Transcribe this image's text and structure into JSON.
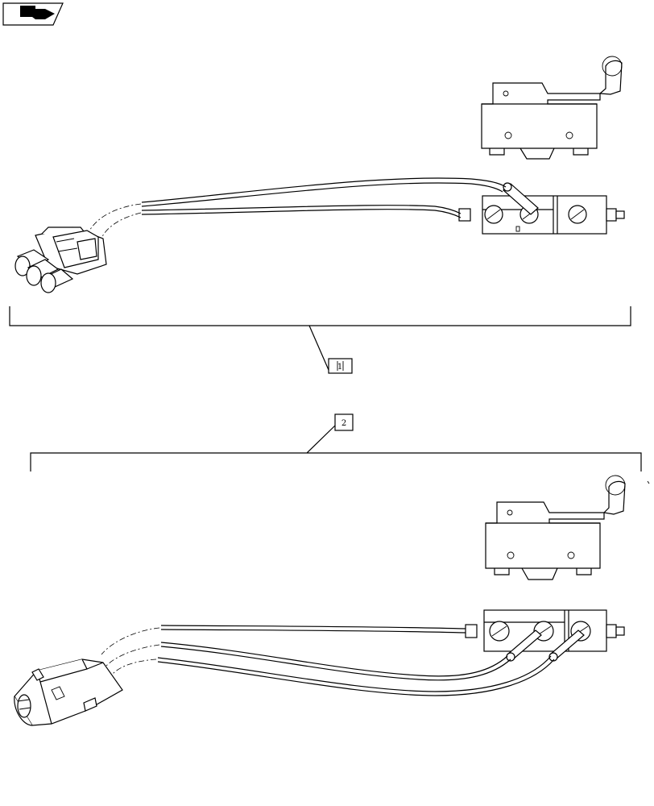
{
  "callouts": [
    {
      "id": "1",
      "label": "1"
    },
    {
      "id": "2",
      "label": "2"
    }
  ],
  "icons": {
    "nav_icon": "folder-arrow-icon"
  }
}
